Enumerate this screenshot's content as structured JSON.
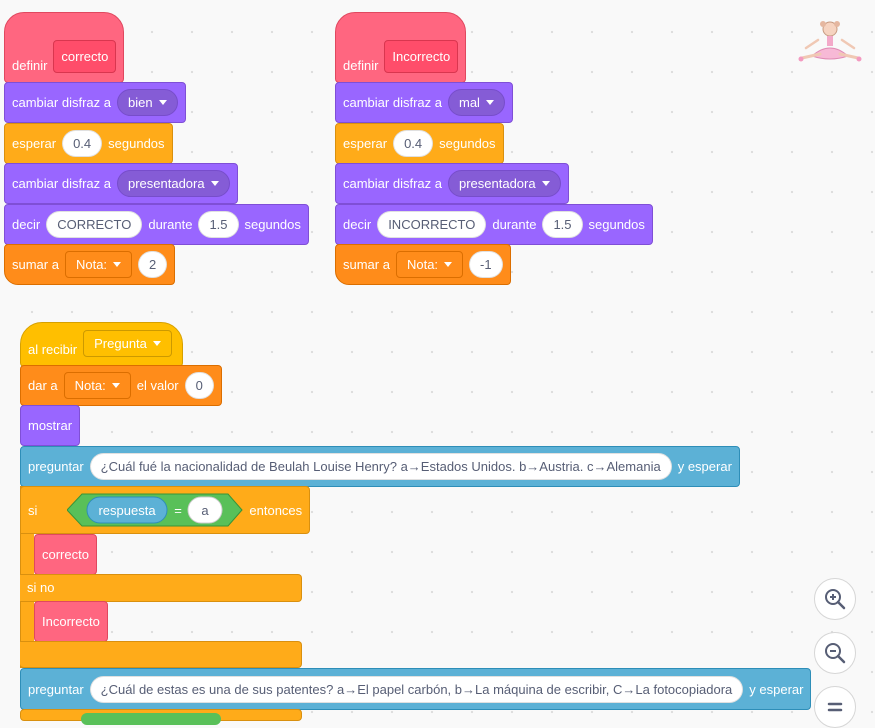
{
  "proc_correcto": {
    "define_label": "definir",
    "proc_name": "correcto",
    "costume1_label": "cambiar disfraz a",
    "costume1_value": "bien",
    "wait_label": "esperar",
    "wait_value": "0.4",
    "wait_unit": "segundos",
    "costume2_label": "cambiar disfraz a",
    "costume2_value": "presentadora",
    "say_label": "decir",
    "say_text": "CORRECTO",
    "say_during": "durante",
    "say_value": "1.5",
    "say_unit": "segundos",
    "change_label": "sumar a",
    "change_var": "Nota:",
    "change_value": "2"
  },
  "proc_incorrecto": {
    "define_label": "definir",
    "proc_name": "Incorrecto",
    "costume1_label": "cambiar disfraz a",
    "costume1_value": "mal",
    "wait_label": "esperar",
    "wait_value": "0.4",
    "wait_unit": "segundos",
    "costume2_label": "cambiar disfraz a",
    "costume2_value": "presentadora",
    "say_label": "decir",
    "say_text": "INCORRECTO",
    "say_during": "durante",
    "say_value": "1.5",
    "say_unit": "segundos",
    "change_label": "sumar a",
    "change_var": "Nota:",
    "change_value": "-1"
  },
  "main_script": {
    "receive_label": "al recibir",
    "receive_value": "Pregunta",
    "set_label": "dar a",
    "set_var": "Nota:",
    "set_mid": "el valor",
    "set_value": "0",
    "show_label": "mostrar",
    "ask1_label": "preguntar",
    "ask1_text": "¿Cuál fué la nacionalidad de Beulah Louise Henry? a→Estados Unidos. b→Austria. c→Alemania",
    "ask1_suffix": "y esperar",
    "if_label": "si",
    "answer_reporter": "respuesta",
    "equals_op": "=",
    "compare_value": "a",
    "then_label": "entonces",
    "call_correcto": "correcto",
    "else_label": "si no",
    "call_incorrecto": "Incorrecto",
    "ask2_label": "preguntar",
    "ask2_text": "¿Cuál de estas es una de sus patentes? a→El papel carbón, b→La máquina de escribir, C→La fotocopiadora",
    "ask2_suffix": "y esperar"
  },
  "zoom": {
    "in_icon": "zoom-in-icon",
    "out_icon": "zoom-out-icon",
    "reset_icon": "zoom-reset-icon"
  },
  "colors": {
    "looks": "#9966ff",
    "control": "#ffab19",
    "variables": "#ff8c1a",
    "custom": "#ff6680",
    "sensing": "#5cb1d6",
    "events": "#ffbf00",
    "operators": "#59c059"
  }
}
